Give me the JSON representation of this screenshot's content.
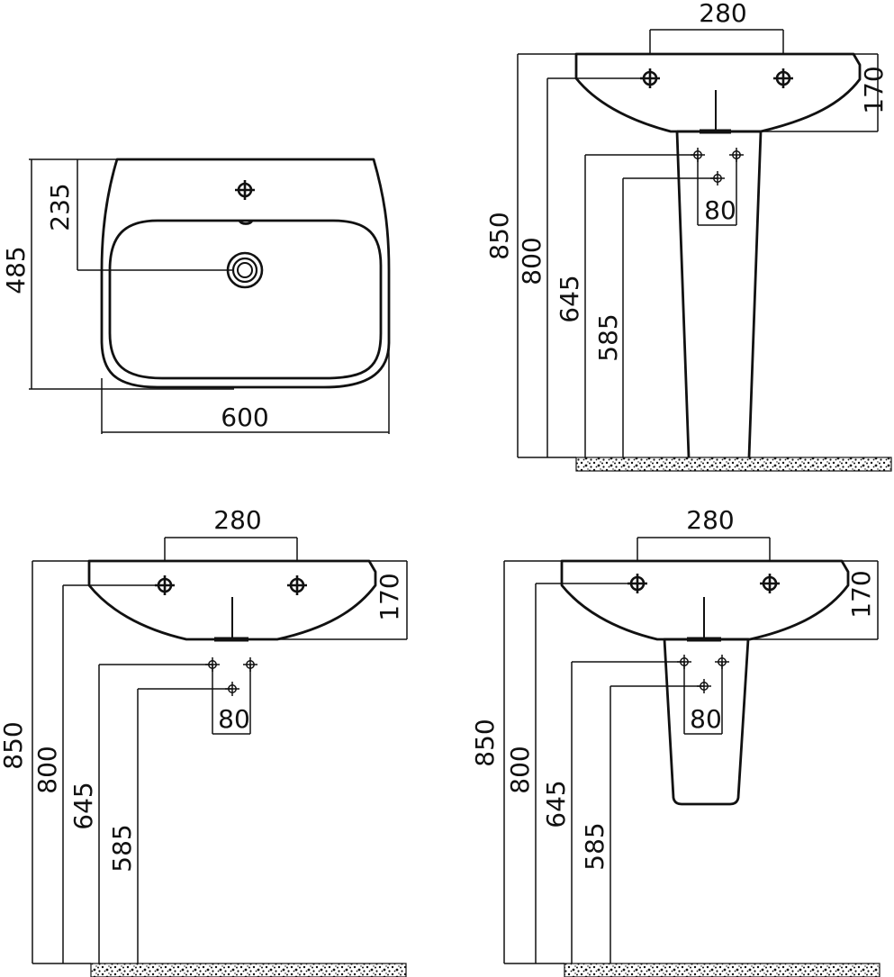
{
  "top_view": {
    "width_dim": "600",
    "depth_dim": "485",
    "tap_to_drain_dim": "235"
  },
  "pedestal_view": {
    "tap_spacing_dim": "280",
    "basin_height_dim": "170",
    "floor_to_rim_dim": "850",
    "floor_to_tap_dim": "800",
    "floor_to_supply_dim": "645",
    "floor_to_waste_dim": "585",
    "supply_spacing_dim": "80"
  },
  "wall_hung_view": {
    "tap_spacing_dim": "280",
    "basin_height_dim": "170",
    "floor_to_rim_dim": "850",
    "floor_to_tap_dim": "800",
    "floor_to_supply_dim": "645",
    "floor_to_waste_dim": "585",
    "supply_spacing_dim": "80"
  },
  "half_pedestal_view": {
    "tap_spacing_dim": "280",
    "basin_height_dim": "170",
    "floor_to_rim_dim": "850",
    "floor_to_tap_dim": "800",
    "floor_to_supply_dim": "645",
    "floor_to_waste_dim": "585",
    "supply_spacing_dim": "80"
  },
  "colors": {
    "line": "#111111",
    "background": "#ffffff"
  }
}
